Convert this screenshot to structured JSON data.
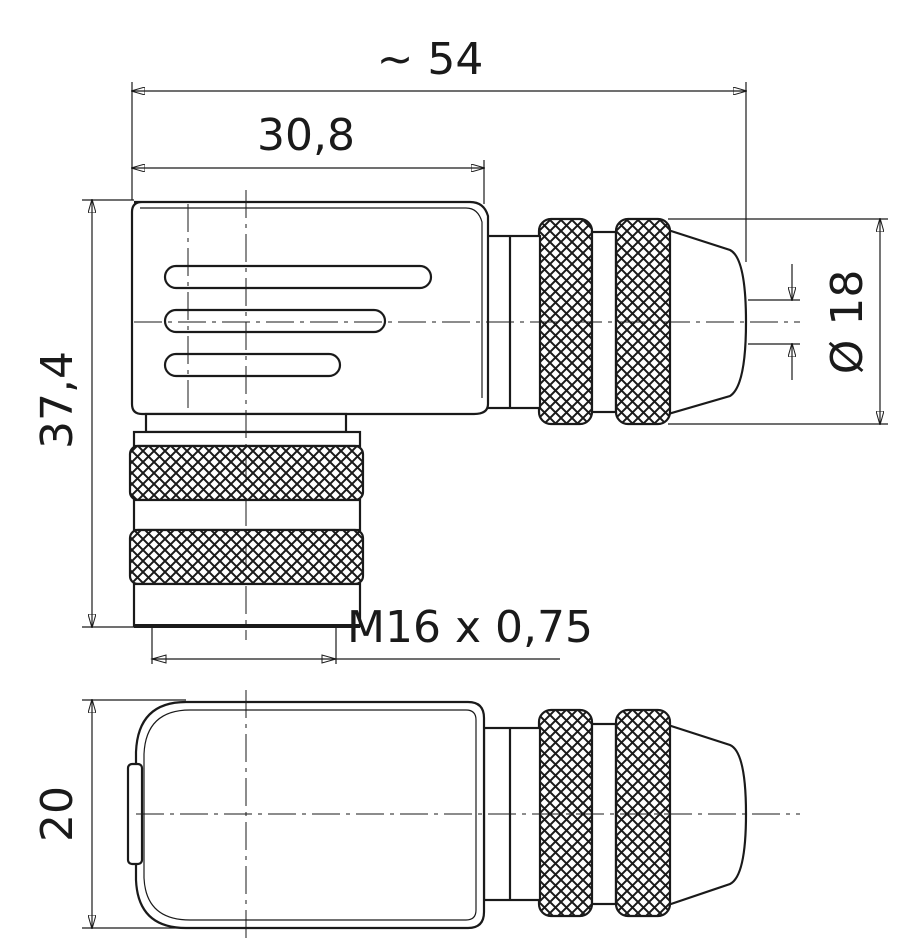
{
  "dimensions": {
    "overall_length": "~ 54",
    "body_length": "30,8",
    "height": "37,4",
    "diameter": "Ø 18",
    "thread": "M16 x 0,75",
    "width": "20"
  }
}
